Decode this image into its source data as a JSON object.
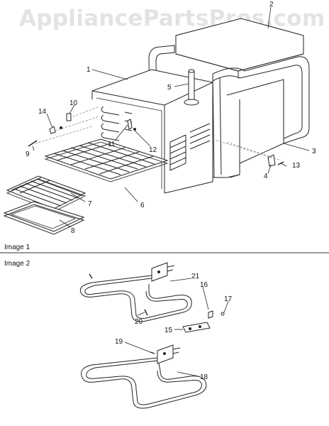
{
  "watermark": "AppliancePartsPros.com",
  "sections": {
    "image1": "Image 1",
    "image2": "Image 2"
  },
  "callouts": [
    "1",
    "2",
    "3",
    "4",
    "5",
    "6",
    "7",
    "8",
    "9",
    "10",
    "11",
    "12",
    "13",
    "14",
    "15",
    "16",
    "17",
    "18",
    "19",
    "20",
    "21"
  ]
}
